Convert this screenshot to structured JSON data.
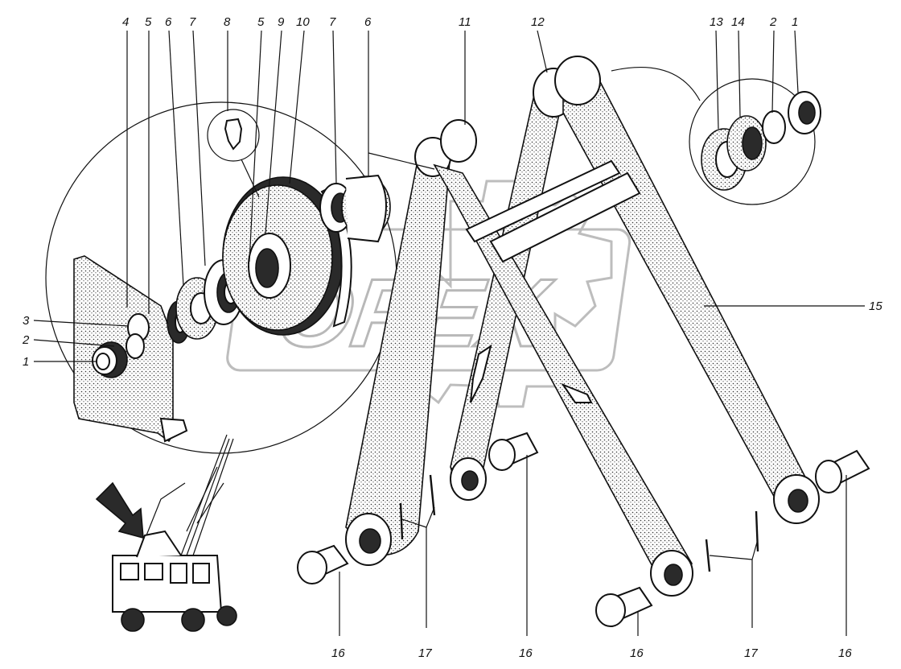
{
  "watermark": {
    "text": "OPEX"
  },
  "callouts": [
    {
      "id": "c4a",
      "text": "4"
    },
    {
      "id": "c5a",
      "text": "5"
    },
    {
      "id": "c6a",
      "text": "6"
    },
    {
      "id": "c7a",
      "text": "7"
    },
    {
      "id": "c8",
      "text": "8"
    },
    {
      "id": "c5b",
      "text": "5"
    },
    {
      "id": "c9",
      "text": "9"
    },
    {
      "id": "c10",
      "text": "10"
    },
    {
      "id": "c7b",
      "text": "7"
    },
    {
      "id": "c6b",
      "text": "6"
    },
    {
      "id": "c11",
      "text": "11"
    },
    {
      "id": "c12",
      "text": "12"
    },
    {
      "id": "c13",
      "text": "13"
    },
    {
      "id": "c14",
      "text": "14"
    },
    {
      "id": "c2b",
      "text": "2"
    },
    {
      "id": "c1b",
      "text": "1"
    },
    {
      "id": "c3",
      "text": "3"
    },
    {
      "id": "c2a",
      "text": "2"
    },
    {
      "id": "c1a",
      "text": "1"
    },
    {
      "id": "c15",
      "text": "15"
    },
    {
      "id": "c16a",
      "text": "16"
    },
    {
      "id": "c17a",
      "text": "17"
    },
    {
      "id": "c16b",
      "text": "16"
    },
    {
      "id": "c16c",
      "text": "16"
    },
    {
      "id": "c17b",
      "text": "17"
    },
    {
      "id": "c16d",
      "text": "16"
    }
  ]
}
